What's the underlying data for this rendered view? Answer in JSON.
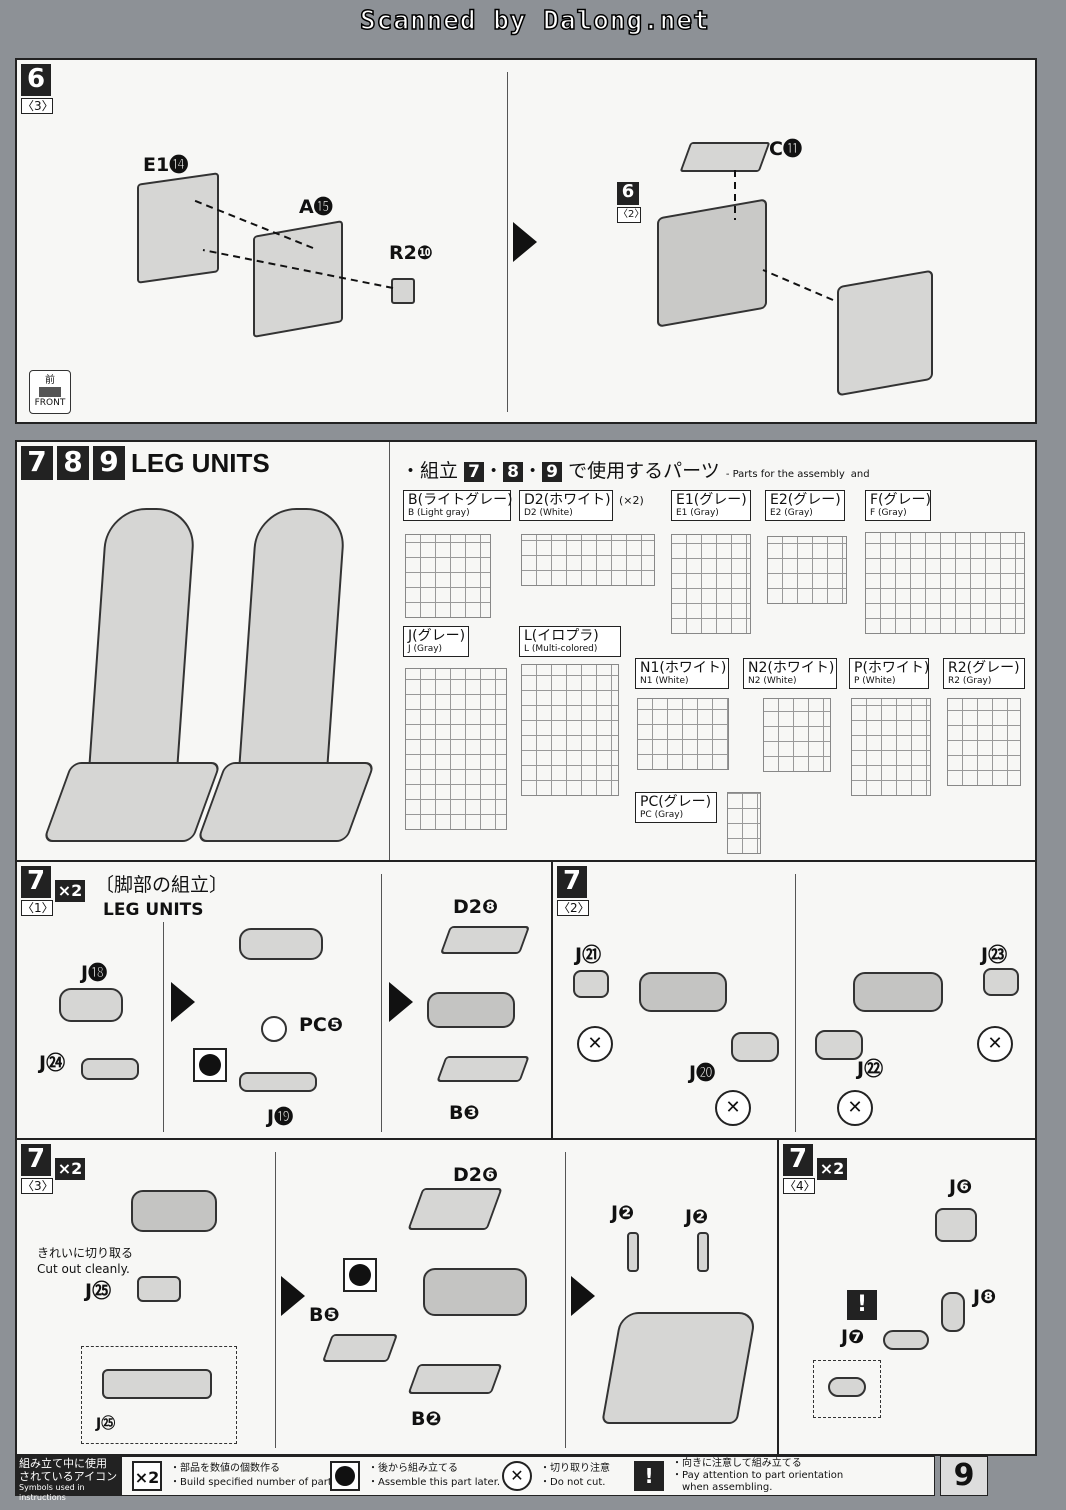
{
  "header": {
    "watermark": "Scanned by Dalong.net"
  },
  "step6": {
    "num": "6",
    "sub": "〈3〉",
    "e1": "E1⓮",
    "a": "A⓯",
    "r2": "R2❿",
    "c": "C⓫",
    "ref_num": "6",
    "ref_sub": "〈2〉",
    "front_jp": "前",
    "front_en": "FRONT"
  },
  "step789": {
    "nums": [
      "7",
      "8",
      "9"
    ],
    "title": "LEG UNITS",
    "parts_heading": "・組立",
    "parts_heading_mid": "で使用するパーツ",
    "parts_heading_en": "- Parts for the assembly",
    "parts_heading_nums": [
      "7",
      "8",
      "9"
    ],
    "parts_heading_and": "and",
    "runners": [
      {
        "jp": "B(ライトグレー)",
        "en": "B (Light gray)"
      },
      {
        "jp": "D2(ホワイト)",
        "en": "D2 (White)",
        "count": "(×2)"
      },
      {
        "jp": "E1(グレー)",
        "en": "E1 (Gray)"
      },
      {
        "jp": "E2(グレー)",
        "en": "E2 (Gray)"
      },
      {
        "jp": "F(グレー)",
        "en": "F (Gray)"
      },
      {
        "jp": "J(グレー)",
        "en": "J (Gray)"
      },
      {
        "jp": "L(イロプラ)",
        "en": "L (Multi-colored)"
      },
      {
        "jp": "N1(ホワイト)",
        "en": "N1 (White)"
      },
      {
        "jp": "N2(ホワイト)",
        "en": "N2 (White)"
      },
      {
        "jp": "P(ホワイト)",
        "en": "P (White)"
      },
      {
        "jp": "R2(グレー)",
        "en": "R2 (Gray)"
      },
      {
        "jp": "PC(グレー)",
        "en": "PC (Gray)"
      }
    ]
  },
  "step7_1": {
    "num": "7",
    "sub": "〈1〉",
    "x2": "×2",
    "title_jp": "〔脚部の組立〕",
    "title_en": "LEG UNITS",
    "j18": "J⓲",
    "j24": "J㉔",
    "pc5": "PC❺",
    "j19": "J⓳",
    "d28": "D2❽",
    "b3": "B❸"
  },
  "step7_2": {
    "num": "7",
    "sub": "〈2〉",
    "j21": "J㉑",
    "j20": "J⓴",
    "j23": "J㉓",
    "j22": "J㉒"
  },
  "step7_3": {
    "num": "7",
    "sub": "〈3〉",
    "x2": "×2",
    "cut_jp": "きれいに切り取る",
    "cut_en": "Cut out cleanly.",
    "j25": "J㉕",
    "j25b": "J㉕",
    "d26": "D2❻",
    "b5": "B❺",
    "b2": "B❷",
    "j2a": "J❷",
    "j2b": "J❷"
  },
  "step7_4": {
    "num": "7",
    "sub": "〈4〉",
    "x2": "×2",
    "j6": "J❻",
    "j8": "J❽",
    "j7": "J❼",
    "attention": "!"
  },
  "legend": {
    "title_jp1": "組み立て中に使用",
    "title_jp2": "されているアイコン",
    "title_en": "Symbols used in instructions",
    "items": [
      {
        "icon": "×2",
        "jp": "・部品を数値の個数作る",
        "en": "・Build specified number of parts."
      },
      {
        "icon": "",
        "jp": "・後から組み立てる",
        "en": "・Assemble this part later."
      },
      {
        "icon": "",
        "jp": "・切り取り注意",
        "en": "・Do not cut."
      },
      {
        "icon": "!",
        "jp": "・向きに注意して組み立てる",
        "en": "・Pay attention to part orientation",
        "en2": "when assembling."
      }
    ]
  },
  "page_number": "9"
}
